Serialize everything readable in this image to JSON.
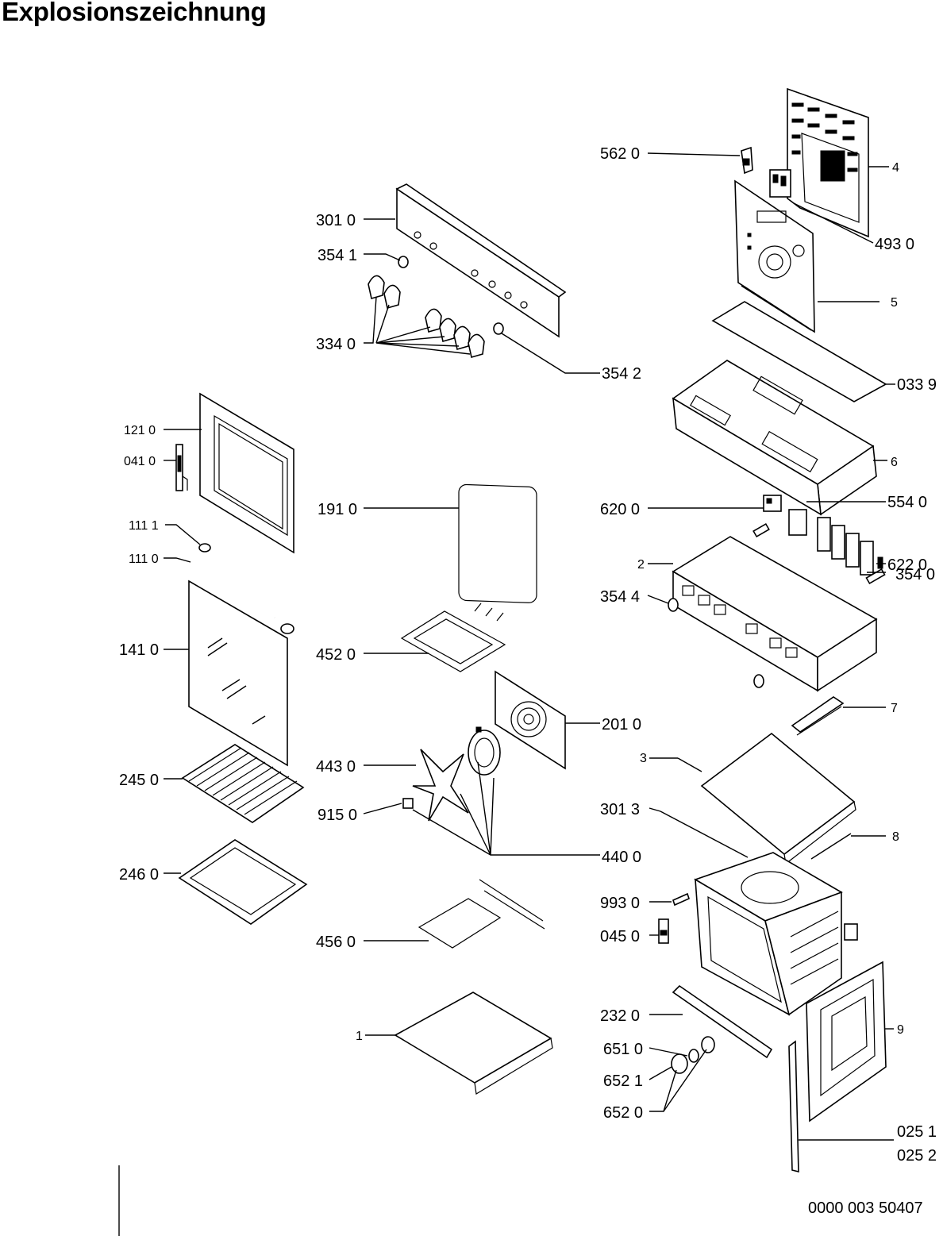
{
  "title": "Explosionszeichnung",
  "document_number": "0000 003 50407",
  "labels": {
    "p5620": "562 0",
    "p4": "4",
    "p3010": "301 0",
    "p4930": "493 0",
    "p3541": "354 1",
    "p5": "5",
    "p3340": "334 0",
    "p3542": "354 2",
    "p0339": "033 9",
    "p1210": "121 0",
    "p0410": "041 0",
    "p6": "6",
    "p1910": "191 0",
    "p6200": "620 0",
    "p5540": "554 0",
    "p1111": "111 1",
    "p1110": "111 0",
    "p6220": "622 0",
    "p2": "2",
    "p3540": "354 0",
    "p3544": "354 4",
    "p1410": "141 0",
    "p4520": "452 0",
    "p7": "7",
    "p2010": "201 0",
    "p3": "3",
    "p4430": "443 0",
    "p2450": "245 0",
    "p3013": "301 3",
    "p9150": "915 0",
    "p8": "8",
    "p4400": "440 0",
    "p2460": "246 0",
    "p9930": "993 0",
    "p4560": "456 0",
    "p0450": "045 0",
    "p2320": "232 0",
    "p9": "9",
    "p1": "1",
    "p6510": "651 0",
    "p6521": "652 1",
    "p6520": "652 0",
    "p0251": "025 1",
    "p0252": "025 2"
  }
}
